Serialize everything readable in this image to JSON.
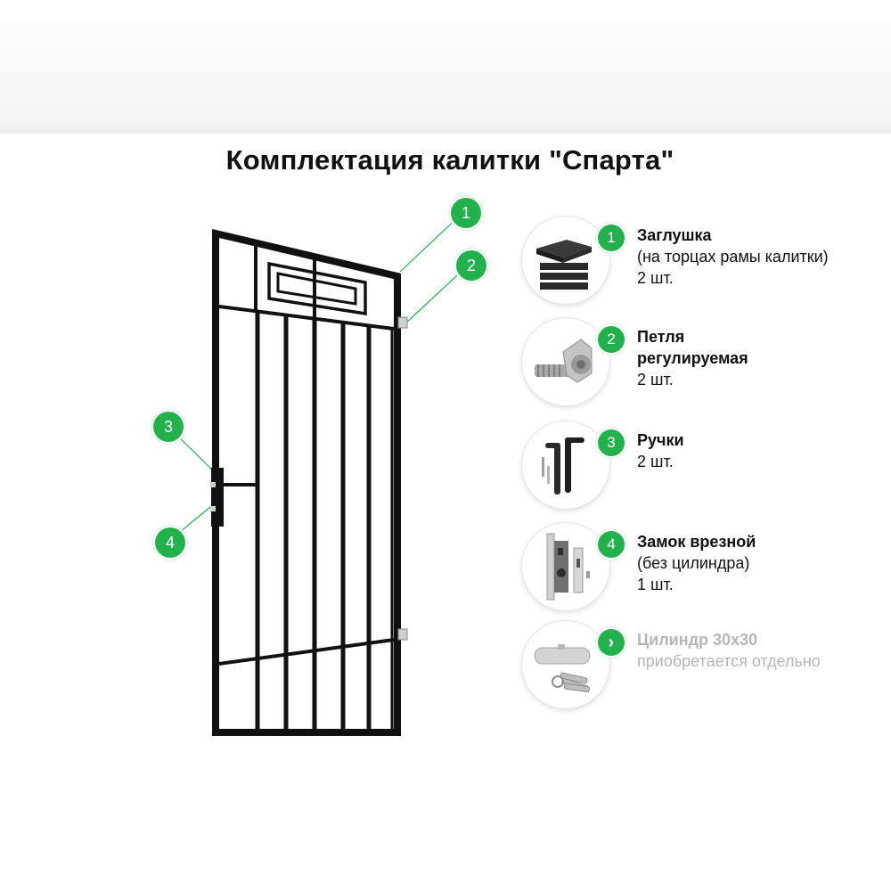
{
  "title": "Комплектация калитки \"Спарта\"",
  "colors": {
    "accent": "#22b14c",
    "frame": "#111111",
    "muted": "#b6b6b6"
  },
  "diagram_callouts": [
    "1",
    "2",
    "3",
    "4"
  ],
  "items": [
    {
      "num": "1",
      "icon": "end-cap-icon",
      "name": "Заглушка",
      "desc": "(на торцах рамы калитки)",
      "qty": "2 шт."
    },
    {
      "num": "2",
      "icon": "adjustable-hinge-icon",
      "name": "Петля",
      "desc": "регулируемая",
      "qty": "2 шт."
    },
    {
      "num": "3",
      "icon": "handles-icon",
      "name": "Ручки",
      "desc": "",
      "qty": "2 шт."
    },
    {
      "num": "4",
      "icon": "mortise-lock-icon",
      "name": "Замок врезной",
      "desc": "(без цилиндра)",
      "qty": "1 шт."
    },
    {
      "num": "›",
      "icon": "lock-cylinder-icon",
      "name": "Цилиндр 30х30",
      "desc": "приобретается отдельно",
      "qty": ""
    }
  ]
}
